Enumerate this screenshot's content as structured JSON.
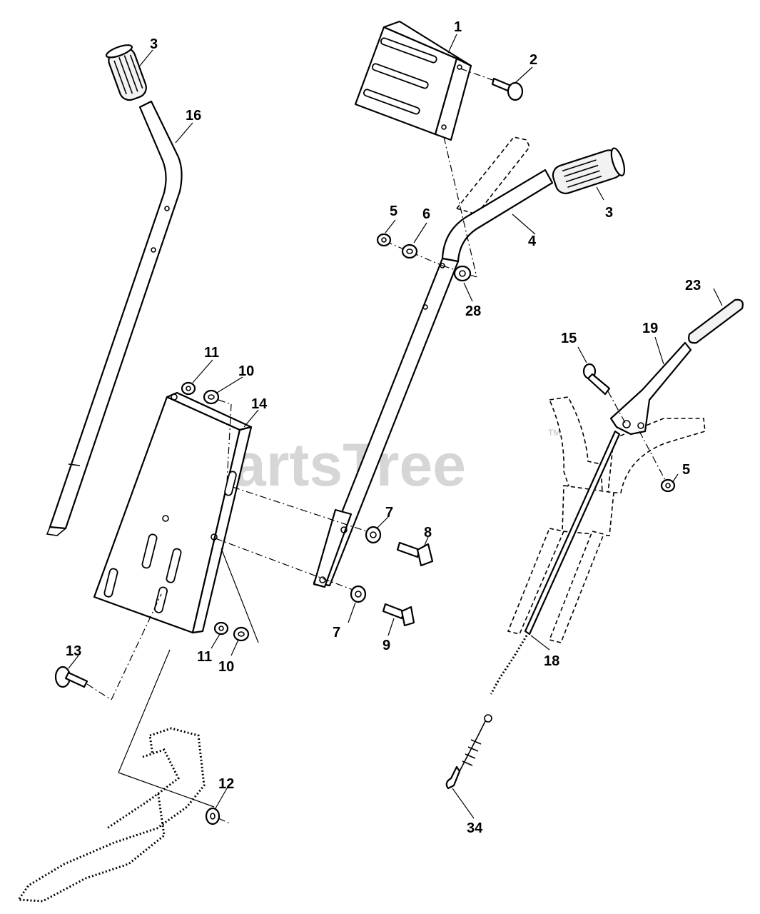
{
  "watermark": {
    "text": "PartsTree",
    "tm": "TM"
  },
  "callouts": [
    {
      "id": "c1",
      "label": "1"
    },
    {
      "id": "c2",
      "label": "2"
    },
    {
      "id": "c3a",
      "label": "3"
    },
    {
      "id": "c3b",
      "label": "3"
    },
    {
      "id": "c4",
      "label": "4"
    },
    {
      "id": "c5a",
      "label": "5"
    },
    {
      "id": "c5b",
      "label": "5"
    },
    {
      "id": "c6",
      "label": "6"
    },
    {
      "id": "c7a",
      "label": "7"
    },
    {
      "id": "c7b",
      "label": "7"
    },
    {
      "id": "c8",
      "label": "8"
    },
    {
      "id": "c9",
      "label": "9"
    },
    {
      "id": "c10a",
      "label": "10"
    },
    {
      "id": "c10b",
      "label": "10"
    },
    {
      "id": "c11a",
      "label": "11"
    },
    {
      "id": "c11b",
      "label": "11"
    },
    {
      "id": "c12",
      "label": "12"
    },
    {
      "id": "c13",
      "label": "13"
    },
    {
      "id": "c14",
      "label": "14"
    },
    {
      "id": "c15",
      "label": "15"
    },
    {
      "id": "c16",
      "label": "16"
    },
    {
      "id": "c18",
      "label": "18"
    },
    {
      "id": "c19",
      "label": "19"
    },
    {
      "id": "c23",
      "label": "23"
    },
    {
      "id": "c28",
      "label": "28"
    },
    {
      "id": "c34",
      "label": "34"
    }
  ]
}
